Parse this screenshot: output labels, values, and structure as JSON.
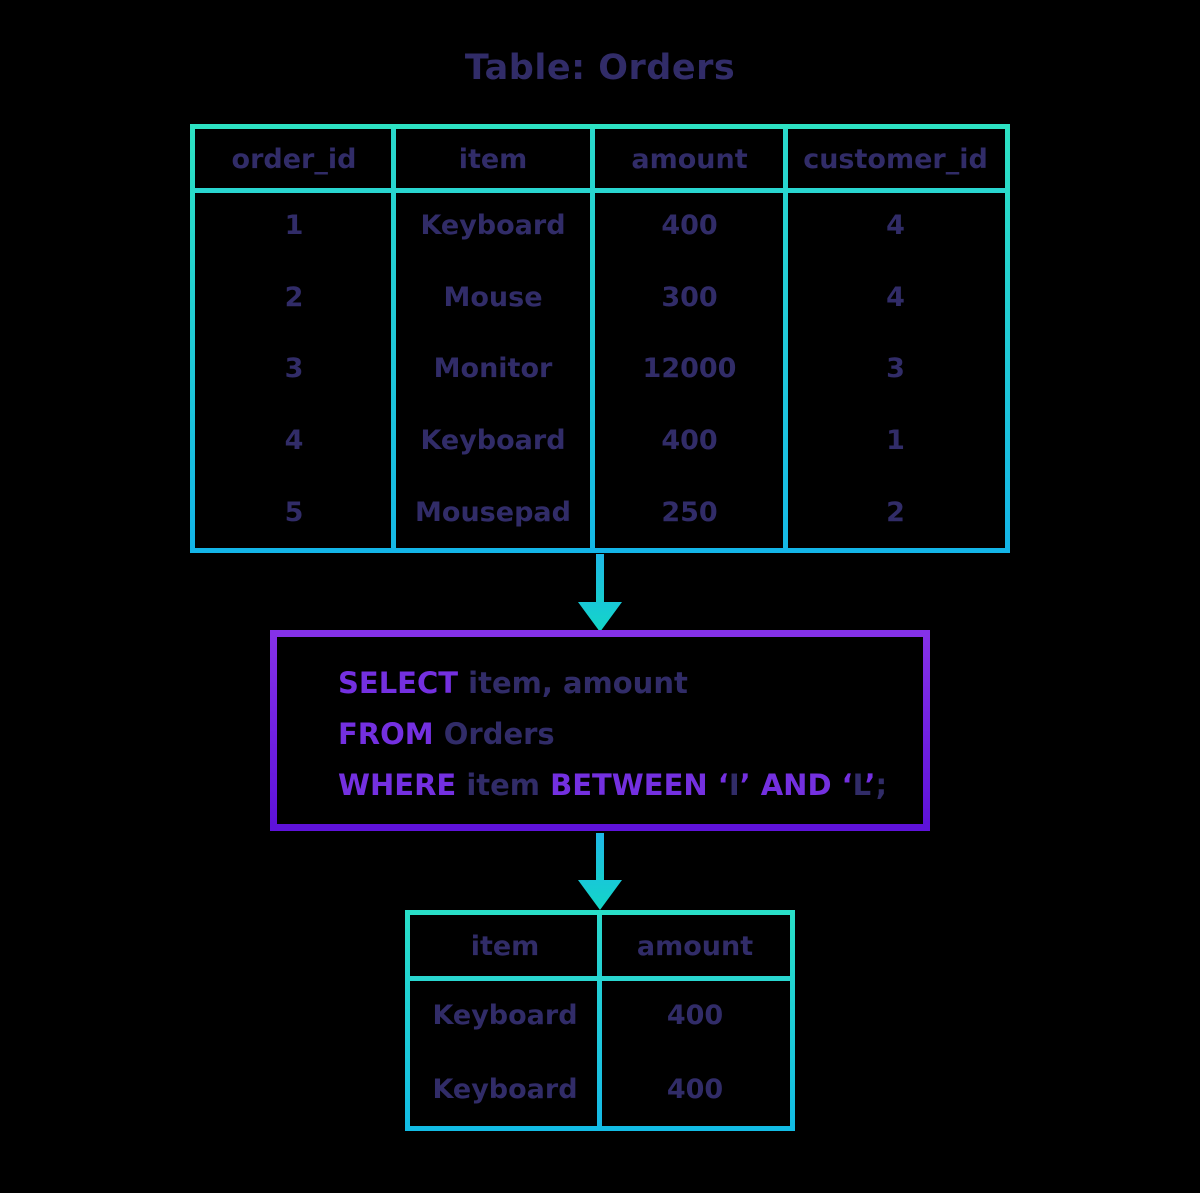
{
  "title": "Table: Orders",
  "colors": {
    "background": "#000000",
    "text_ink": "#312c68",
    "keyword_purple": "#7430e0",
    "table_border_top": "#2de2c3",
    "table_border_bottom": "#13b5e8",
    "query_border_top": "#8531e8",
    "query_border_bottom": "#5e12db",
    "arrow_top": "#1fb9e8",
    "arrow_bottom": "#13d7c5"
  },
  "orders_table": {
    "columns": [
      "order_id",
      "item",
      "amount",
      "customer_id"
    ],
    "rows": [
      [
        "1",
        "Keyboard",
        "400",
        "4"
      ],
      [
        "2",
        "Mouse",
        "300",
        "4"
      ],
      [
        "3",
        "Monitor",
        "12000",
        "3"
      ],
      [
        "4",
        "Keyboard",
        "400",
        "1"
      ],
      [
        "5",
        "Mousepad",
        "250",
        "2"
      ]
    ]
  },
  "query": {
    "lines": [
      {
        "segments": [
          {
            "text": "SELECT ",
            "type": "keyword"
          },
          {
            "text": "item, amount",
            "type": "plain"
          }
        ]
      },
      {
        "segments": [
          {
            "text": "FROM ",
            "type": "keyword"
          },
          {
            "text": "Orders",
            "type": "plain"
          }
        ]
      },
      {
        "segments": [
          {
            "text": "WHERE ",
            "type": "keyword"
          },
          {
            "text": "item ",
            "type": "plain"
          },
          {
            "text": "BETWEEN ",
            "type": "keyword"
          },
          {
            "text": "‘",
            "type": "keyword"
          },
          {
            "text": "I",
            "type": "plain"
          },
          {
            "text": "’ ",
            "type": "keyword"
          },
          {
            "text": "AND ",
            "type": "keyword"
          },
          {
            "text": "‘",
            "type": "keyword"
          },
          {
            "text": "L",
            "type": "plain"
          },
          {
            "text": "’",
            "type": "keyword"
          },
          {
            "text": ";",
            "type": "plain"
          }
        ]
      }
    ]
  },
  "result_table": {
    "columns": [
      "item",
      "amount"
    ],
    "rows": [
      [
        "Keyboard",
        "400"
      ],
      [
        "Keyboard",
        "400"
      ]
    ]
  }
}
